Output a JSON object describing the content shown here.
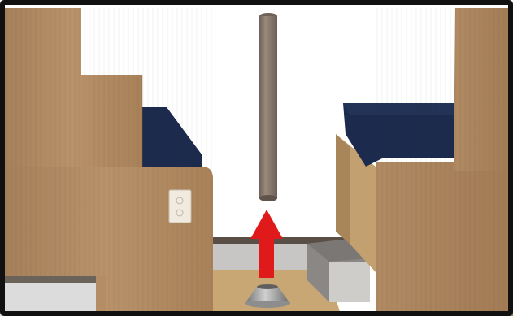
{
  "illustration": {
    "colors": {
      "frame": "#111111",
      "background": "#ffffff",
      "wood": "#b48d65",
      "wood_dark": "#9c7650",
      "cushion": "#1c2b4d",
      "cushion_top": "#223357",
      "pole": "#8e7d70",
      "pole_cap": "#6e6157",
      "floor": "#c9a774",
      "base_metal": "#a9a9a9",
      "arrow": "#e01a1a",
      "outlet": "#f1eadf",
      "wall_gray": "#c8c6c4",
      "step_gray": "#8a8784"
    },
    "parts": {
      "left_bench": "left-dinette-bench",
      "right_bench": "right-dinette-bench",
      "left_cushion": "left-seat-cushion",
      "right_cushion": "right-seat-cushion",
      "pole": "table-leg-pole",
      "base": "floor-mount-base",
      "arrow": "insert-direction-arrow",
      "outlet": "wall-outlet"
    }
  }
}
